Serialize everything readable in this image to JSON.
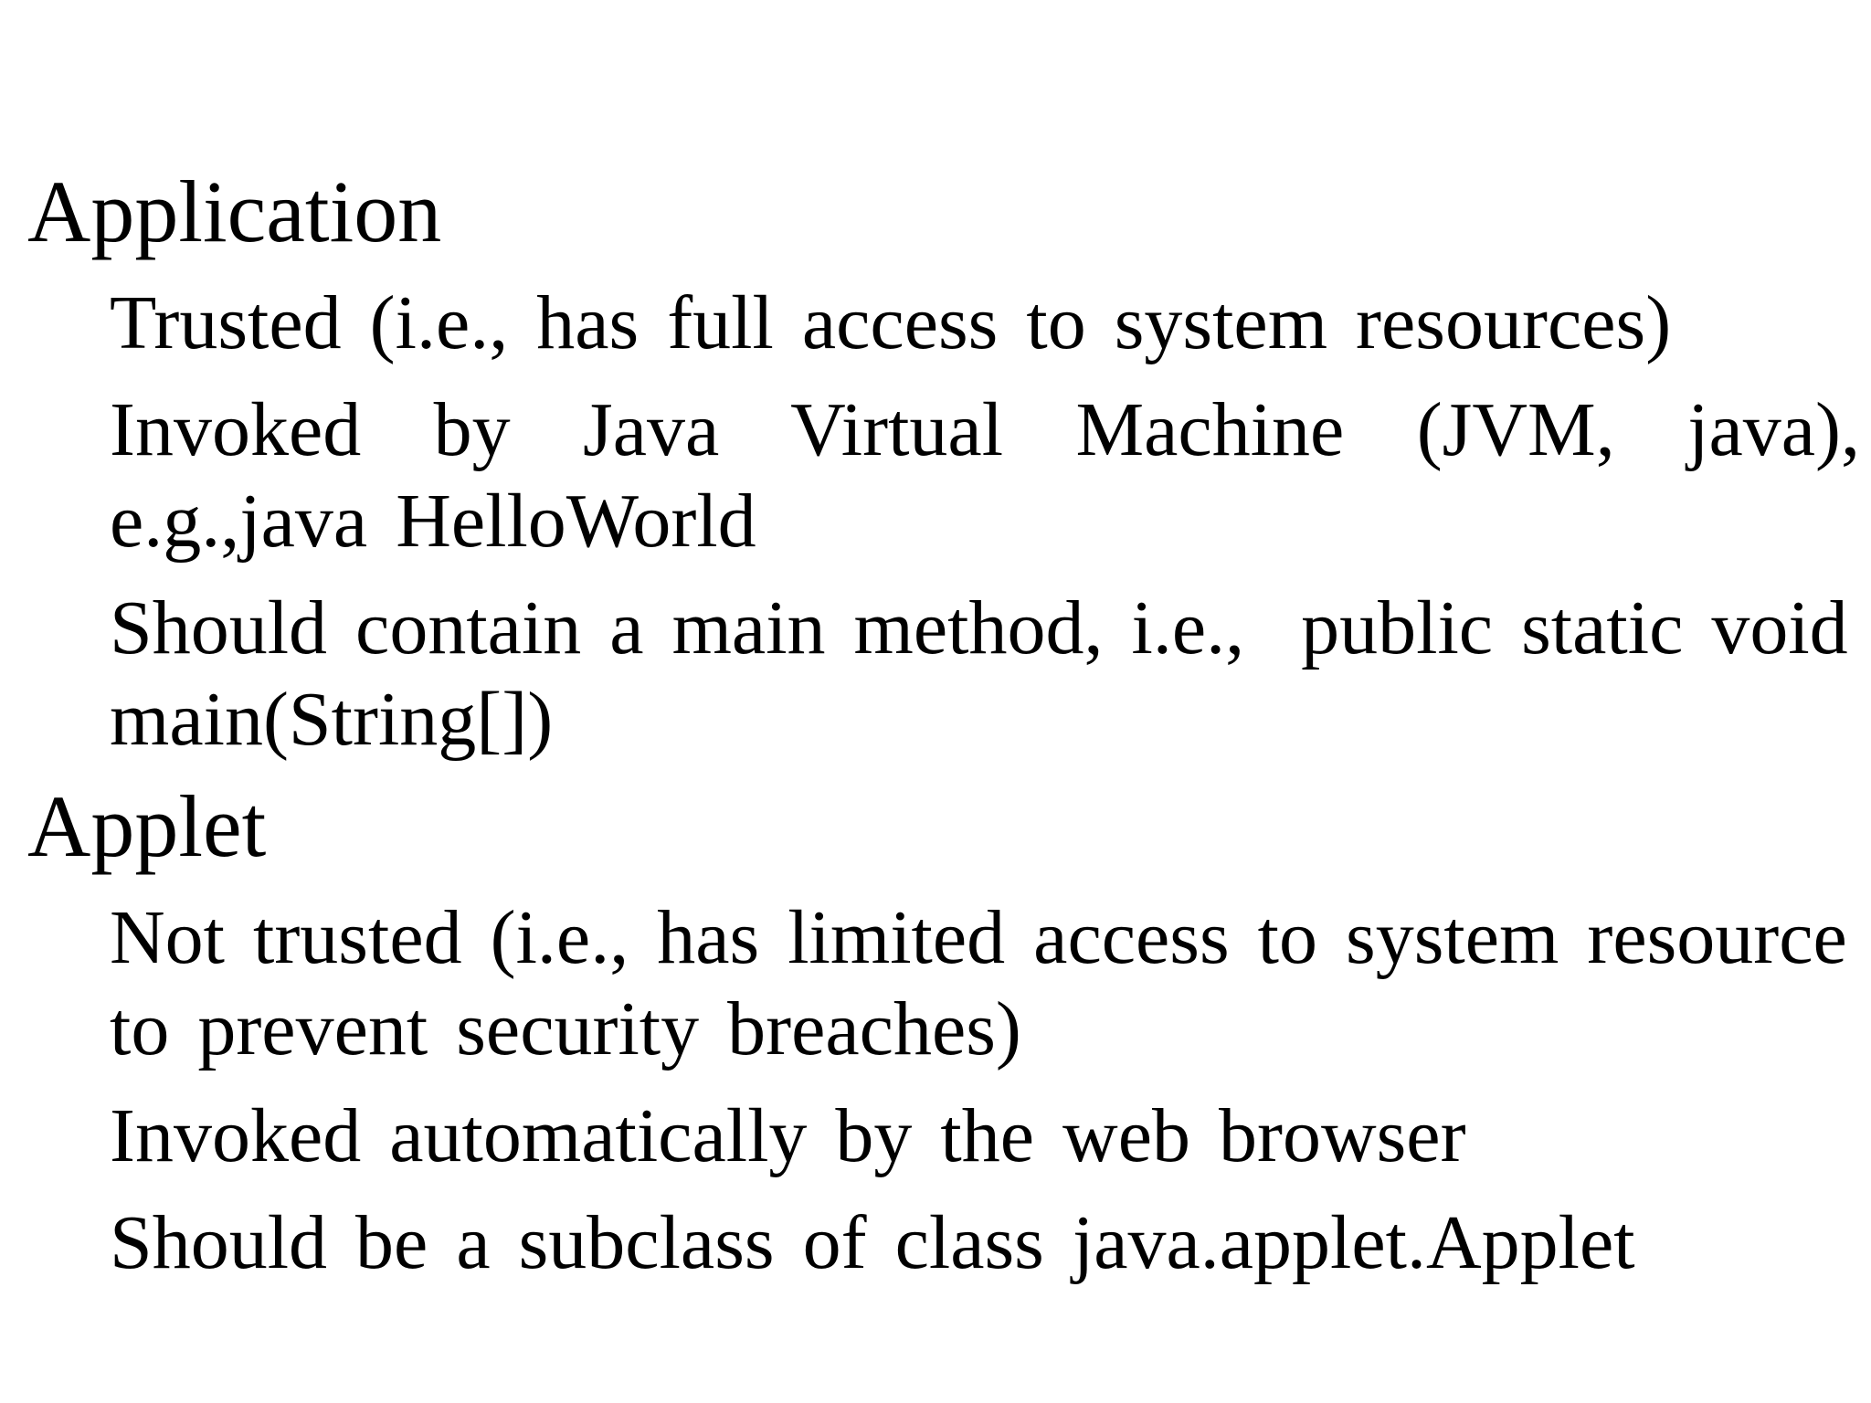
{
  "colors": {
    "background": "#ffffff",
    "text": "#000000"
  },
  "slide": {
    "sections": [
      {
        "heading": "Application",
        "bullets": [
          {
            "lines": [
              {
                "text": "Trusted (i.e., has full access to system resources)",
                "stretch": false
              }
            ]
          },
          {
            "lines": [
              {
                "text": "Invoked by Java Virtual Machine (JVM, java),",
                "stretch": true
              },
              {
                "text": "e.g.,java HelloWorld",
                "stretch": false
              }
            ]
          },
          {
            "lines": [
              {
                "text": "Should contain a main method, i.e.,  public static void",
                "stretch": false
              },
              {
                "text": "main(String[])",
                "stretch": false
              }
            ]
          }
        ]
      },
      {
        "heading": "Applet",
        "bullets": [
          {
            "lines": [
              {
                "text": "Not trusted (i.e., has limited access to system resource",
                "stretch": false
              },
              {
                "text": "to prevent security breaches)",
                "stretch": false
              }
            ]
          },
          {
            "lines": [
              {
                "text": "Invoked automatically by the web browser",
                "stretch": false
              }
            ]
          },
          {
            "lines": [
              {
                "text": "Should be a subclass of class java.applet.Applet",
                "stretch": false
              }
            ]
          }
        ]
      }
    ]
  }
}
